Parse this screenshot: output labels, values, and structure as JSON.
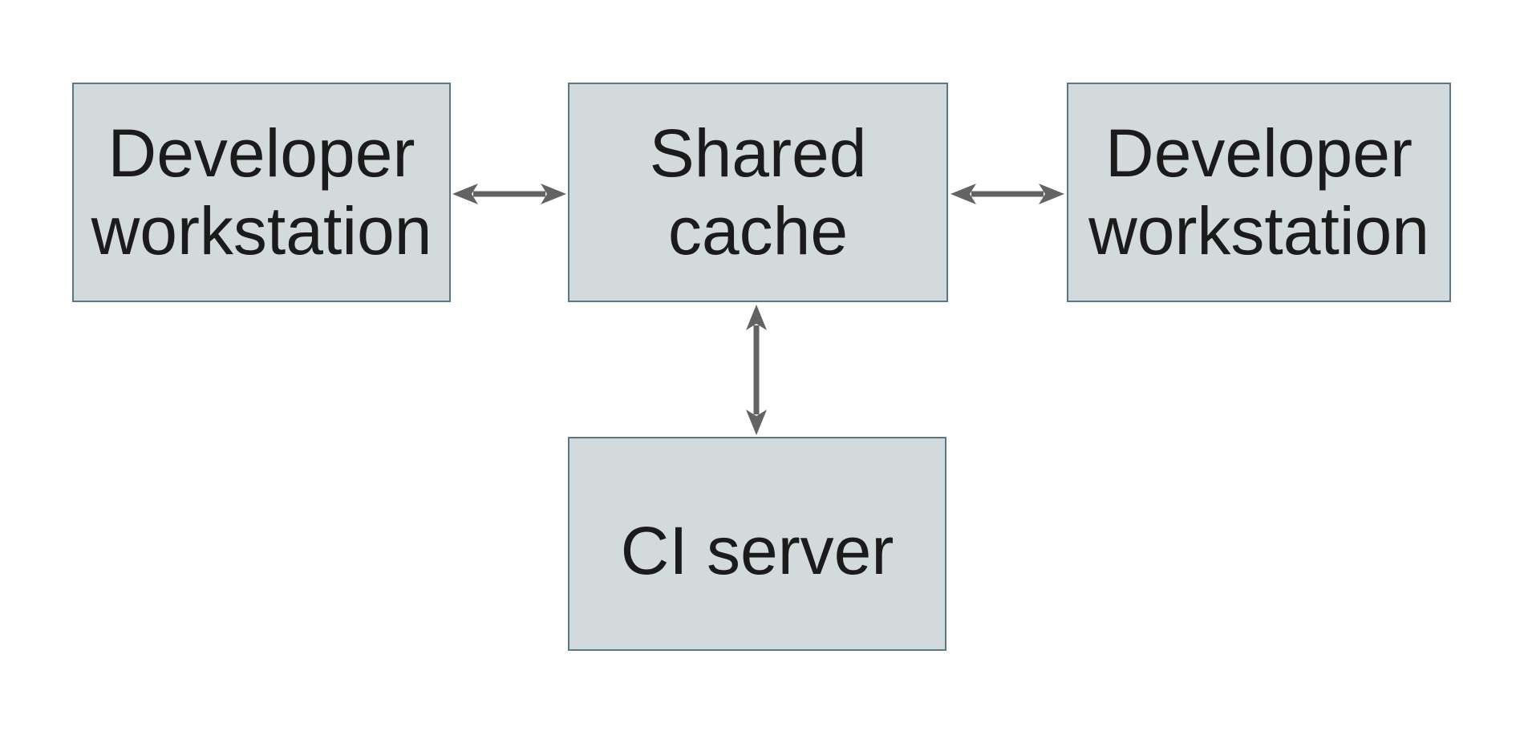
{
  "diagram": {
    "type": "architecture-diagram",
    "background": "#ffffff",
    "nodes": [
      {
        "id": "developer-workstation-left",
        "label": "Developer\nworkstation"
      },
      {
        "id": "shared-cache",
        "label": "Shared\ncache"
      },
      {
        "id": "developer-workstation-right",
        "label": "Developer\nworkstation"
      },
      {
        "id": "ci-server",
        "label": "CI server"
      }
    ],
    "edges": [
      {
        "from": "developer-workstation-left",
        "to": "shared-cache",
        "type": "bidirectional-arrow"
      },
      {
        "from": "shared-cache",
        "to": "developer-workstation-right",
        "type": "bidirectional-arrow"
      },
      {
        "from": "shared-cache",
        "to": "ci-server",
        "type": "bidirectional-arrow"
      }
    ],
    "colors": {
      "node_fill": "#d3dadb",
      "node_border": "#5c7887",
      "arrow": "#636363",
      "text": "#1b1b1b"
    }
  }
}
